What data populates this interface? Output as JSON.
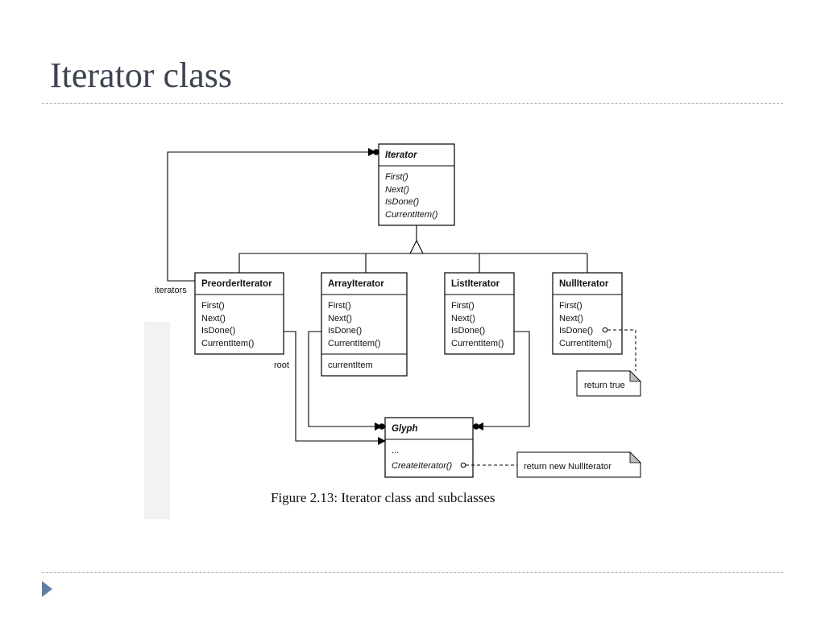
{
  "slide": {
    "title": "Iterator class"
  },
  "figure": {
    "caption": "Figure 2.13: Iterator class and subclasses",
    "classes": {
      "iterator": {
        "name": "Iterator",
        "operations": [
          "First()",
          "Next()",
          "IsDone()",
          "CurrentItem()"
        ]
      },
      "preorder_iterator": {
        "name": "PreorderIterator",
        "operations": [
          "First()",
          "Next()",
          "IsDone()",
          "CurrentItem()"
        ]
      },
      "array_iterator": {
        "name": "ArrayIterator",
        "operations": [
          "First()",
          "Next()",
          "IsDone()",
          "CurrentItem()"
        ],
        "attributes": [
          "currentItem"
        ]
      },
      "list_iterator": {
        "name": "ListIterator",
        "operations": [
          "First()",
          "Next()",
          "IsDone()",
          "CurrentItem()"
        ]
      },
      "null_iterator": {
        "name": "NullIterator",
        "operations": [
          "First()",
          "Next()",
          "IsDone()",
          "CurrentItem()"
        ]
      },
      "glyph": {
        "name": "Glyph",
        "operations": [
          "...",
          "CreateIterator()"
        ]
      }
    },
    "notes": {
      "null_isdone": "return true",
      "glyph_create": "return new NullIterator"
    },
    "roles": {
      "iterators": "iterators",
      "root": "root"
    }
  }
}
